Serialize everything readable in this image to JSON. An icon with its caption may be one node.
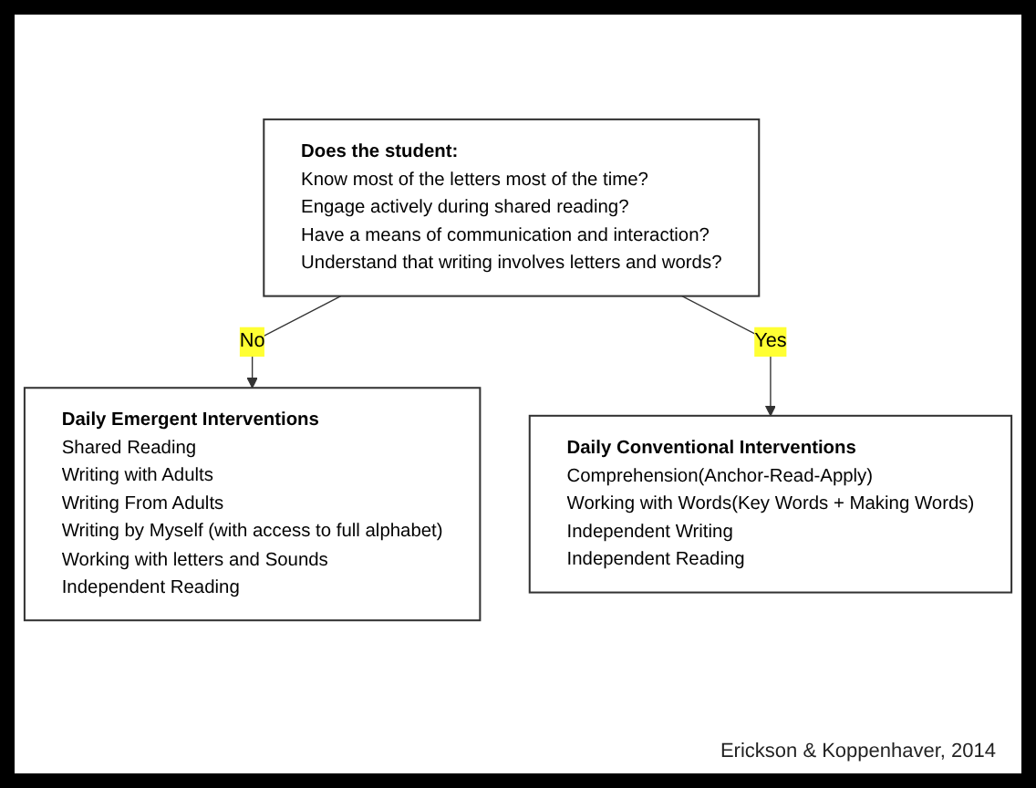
{
  "diagram": {
    "nodes": [
      {
        "text": [
          "Does the student:",
          "Know most of the letters most of the time?",
          "Engage actively during shared reading?",
          "Have a means of communication and interaction?",
          "Understand that writing involves letters and words?"
        ]
      },
      {
        "text": [
          "Daily Emergent Interventions",
          "Shared Reading",
          "Writing with Adults",
          "Writing From Adults",
          "Writing by Myself (with access to full alphabet)",
          "Working with letters and Sounds",
          "Independent Reading"
        ]
      },
      {
        "text": [
          "Daily Conventional Interventions",
          "Comprehension(Anchor-Read-Apply)",
          "Working with Words(Key Words + Making Words)",
          "Independent Writing",
          "Independent Reading"
        ]
      }
    ],
    "edges": [
      {
        "from": 0,
        "to": 1,
        "label": "No",
        "arrow": "to"
      },
      {
        "from": 0,
        "to": 2,
        "label": "Yes",
        "arrow": "to"
      }
    ],
    "labels": [
      "Erickson & Koppenhaver, 2014"
    ]
  }
}
